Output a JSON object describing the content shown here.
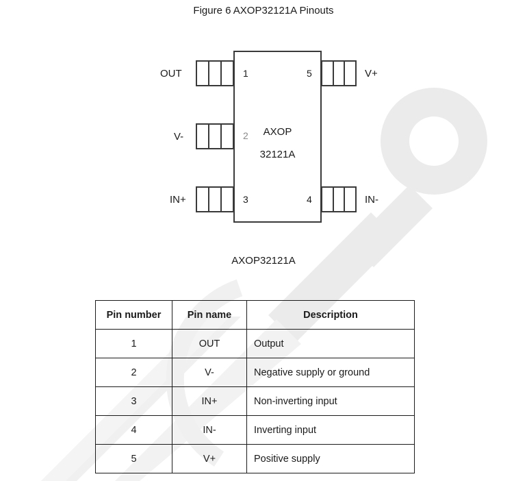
{
  "figure": {
    "title": "Figure 6 AXOP32121A Pinouts",
    "device_caption": "AXOP32121A",
    "package": {
      "marking_line1": "AXOP",
      "marking_line2": "32121A"
    },
    "pins": [
      {
        "number": "1",
        "name": "OUT",
        "side": "left"
      },
      {
        "number": "2",
        "name": "V-",
        "side": "left"
      },
      {
        "number": "3",
        "name": "IN+",
        "side": "left"
      },
      {
        "number": "4",
        "name": "IN-",
        "side": "right"
      },
      {
        "number": "5",
        "name": "V+",
        "side": "right"
      }
    ]
  },
  "table": {
    "headers": [
      "Pin number",
      "Pin name",
      "Description"
    ],
    "rows": [
      {
        "number": "1",
        "name": "OUT",
        "description": "Output"
      },
      {
        "number": "2",
        "name": "V-",
        "description": "Negative supply or ground"
      },
      {
        "number": "3",
        "name": "IN+",
        "description": "Non-inverting input"
      },
      {
        "number": "4",
        "name": "IN-",
        "description": "Inverting input"
      },
      {
        "number": "5",
        "name": "V+",
        "description": "Positive supply"
      }
    ]
  },
  "colors": {
    "line": "#3a3a3a",
    "table_border": "#1a1a1a",
    "text": "#1a1a1a",
    "watermark": "#ebebeb"
  }
}
